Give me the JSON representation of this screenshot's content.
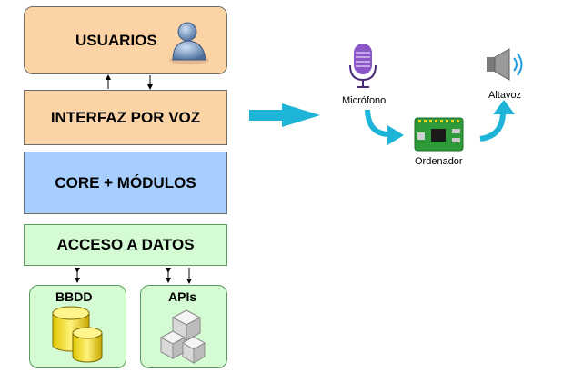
{
  "architecture": {
    "usuarios": "USUARIOS",
    "interfaz": "INTERFAZ POR VOZ",
    "core": "CORE + MÓDULOS",
    "acceso": "ACCESO A DATOS",
    "bbdd": "BBDD",
    "apis": "APIs"
  },
  "voice_flow": {
    "microphone": "Micrófono",
    "computer": "Ordenador",
    "speaker": "Altavoz"
  },
  "colors": {
    "orange_box": "#fcd3a4",
    "blue_box": "#a6cfff",
    "green_box": "#d4fbd4",
    "flow_arrow": "#1eb4d8",
    "microphone": "#8a56c8",
    "board": "#2e9a3a"
  }
}
